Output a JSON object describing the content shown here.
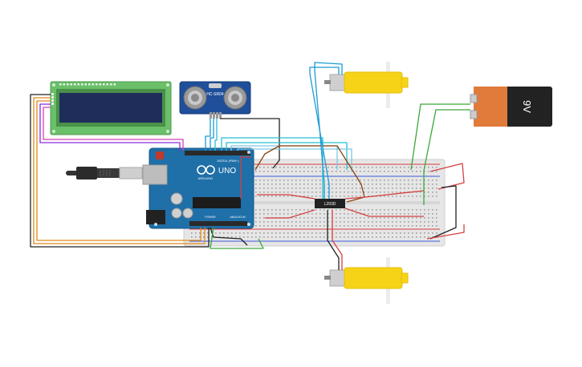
{
  "circuit": {
    "sensor_label": "HC-SR04",
    "arduino_logo": "ARDUINO",
    "arduino_model": "UNO",
    "digital_label": "DIGITAL (PWM~)",
    "power_label": "POWER",
    "analog_label": "ANALOG IN",
    "driver_chip_label": "L293D",
    "battery_label": "9V"
  },
  "colors": {
    "arduino_board": "#1f6fa8",
    "lcd_board": "#6abf69",
    "lcd_screen": "#1f2d5a",
    "motor_body": "#f7d318",
    "battery_orange": "#e07b3a",
    "battery_black": "#222222",
    "breadboard": "#e8e8e8",
    "rail_red": "#d93b3b",
    "rail_blue": "#3b5bd9"
  }
}
